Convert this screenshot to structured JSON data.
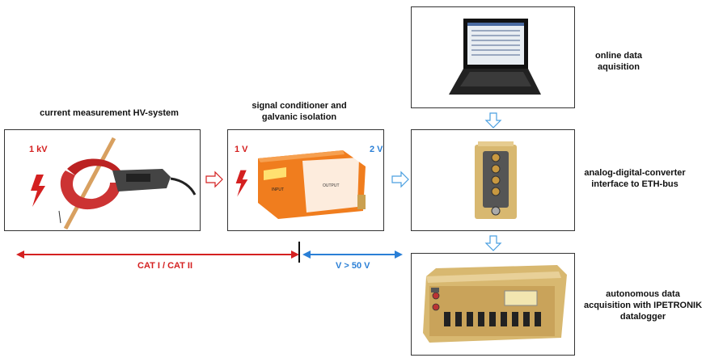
{
  "labels": {
    "current_measurement": "current measurement  HV-system",
    "signal_conditioner_line1": "signal conditioner and",
    "signal_conditioner_line2": "galvanic isolation",
    "online_line1": "online data",
    "online_line2": "aquisition",
    "adc_line1": "analog-digital-converter",
    "adc_line2": "interface to ETH-bus",
    "auto_line1": "autonomous data",
    "auto_line2": "acquisition with IPETRONIK",
    "auto_line3": "datalogger"
  },
  "voltages": {
    "kv": "1 kV",
    "in_v": "1 V",
    "out_v": "2 V"
  },
  "ranges": {
    "cat": "CAT I / CAT II",
    "vgt": "V > 50 V"
  },
  "device": {
    "conditioner_text1": "INPUT",
    "conditioner_text2": "OUTPUT"
  },
  "colors": {
    "red": "#d42020",
    "blue": "#2a7fd6",
    "orange": "#f07d1e",
    "gold": "#d8b870"
  }
}
